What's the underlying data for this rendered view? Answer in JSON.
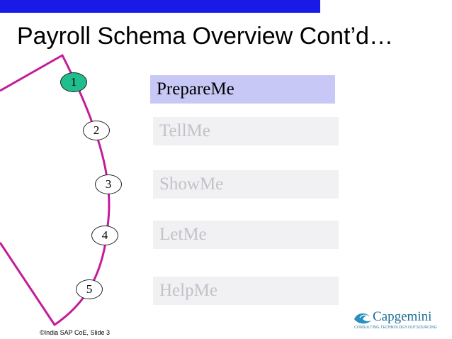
{
  "title": "Payroll Schema Overview Cont’d…",
  "steps": [
    {
      "number": "1",
      "label": "PrepareMe",
      "active": true
    },
    {
      "number": "2",
      "label": "TellMe",
      "active": false
    },
    {
      "number": "3",
      "label": "ShowMe",
      "active": false
    },
    {
      "number": "4",
      "label": "LetMe",
      "active": false
    },
    {
      "number": "5",
      "label": "HelpMe",
      "active": false
    }
  ],
  "footer": "©India SAP CoE, Slide 3",
  "logo": {
    "name": "Capgemini",
    "tagline": "CONSULTING.TECHNOLOGY.OUTSOURCING"
  },
  "colors": {
    "top_bar": "#1a1ae6",
    "curve": "#c21d9a",
    "active_node": "#1fbe8c",
    "active_item": "#c8c8f6",
    "inactive_item": "#f1f1f3",
    "inactive_text": "#c2c2c8"
  }
}
